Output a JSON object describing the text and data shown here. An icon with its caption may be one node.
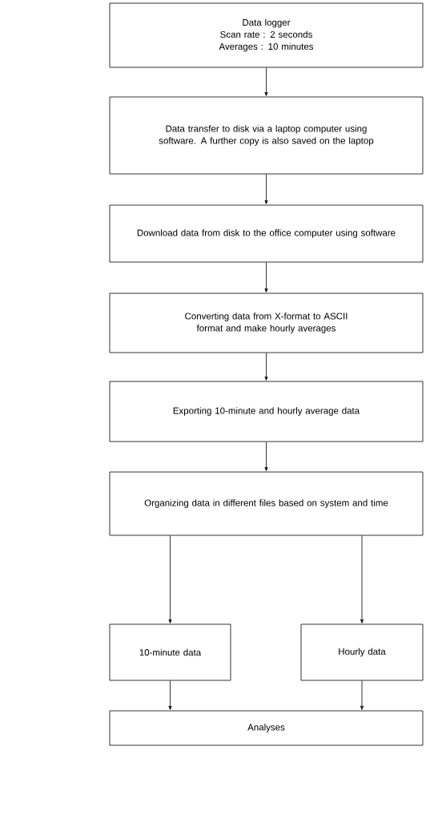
{
  "diagram": {
    "nodes": [
      {
        "text": [
          "Data logger",
          "Scan rate : 2 seconds",
          "Averages : 10 minutes"
        ]
      },
      {
        "text": [
          "Data transfer to disk via a laptop computer using software. A further copy is also saved on the laptop"
        ]
      },
      {
        "text": [
          "Download data from disk to the office computer using software"
        ]
      },
      {
        "text": [
          "Converting data from X-format to ASCII format and make hourly averages"
        ]
      },
      {
        "text": [
          "Exporting 10-minute and hourly average data"
        ]
      },
      {
        "text": [
          "Organizing data in different files based on system and time"
        ]
      },
      {
        "text": [
          "10-minute data"
        ]
      },
      {
        "text": [
          "Hourly data"
        ]
      },
      {
        "text": [
          "Analyses"
        ]
      }
    ],
    "edges": [
      {
        "from": 0,
        "to": 1,
        "arrow": "to"
      },
      {
        "from": 1,
        "to": 2,
        "arrow": "to"
      },
      {
        "from": 2,
        "to": 3,
        "arrow": "to"
      },
      {
        "from": 3,
        "to": 4,
        "arrow": "to"
      },
      {
        "from": 4,
        "to": 5,
        "arrow": "to"
      },
      {
        "from": 5,
        "to": 6,
        "arrow": "to"
      },
      {
        "from": 5,
        "to": 7,
        "arrow": "to"
      },
      {
        "from": 6,
        "to": 8,
        "arrow": "to"
      },
      {
        "from": 7,
        "to": 8,
        "arrow": "to"
      }
    ]
  }
}
